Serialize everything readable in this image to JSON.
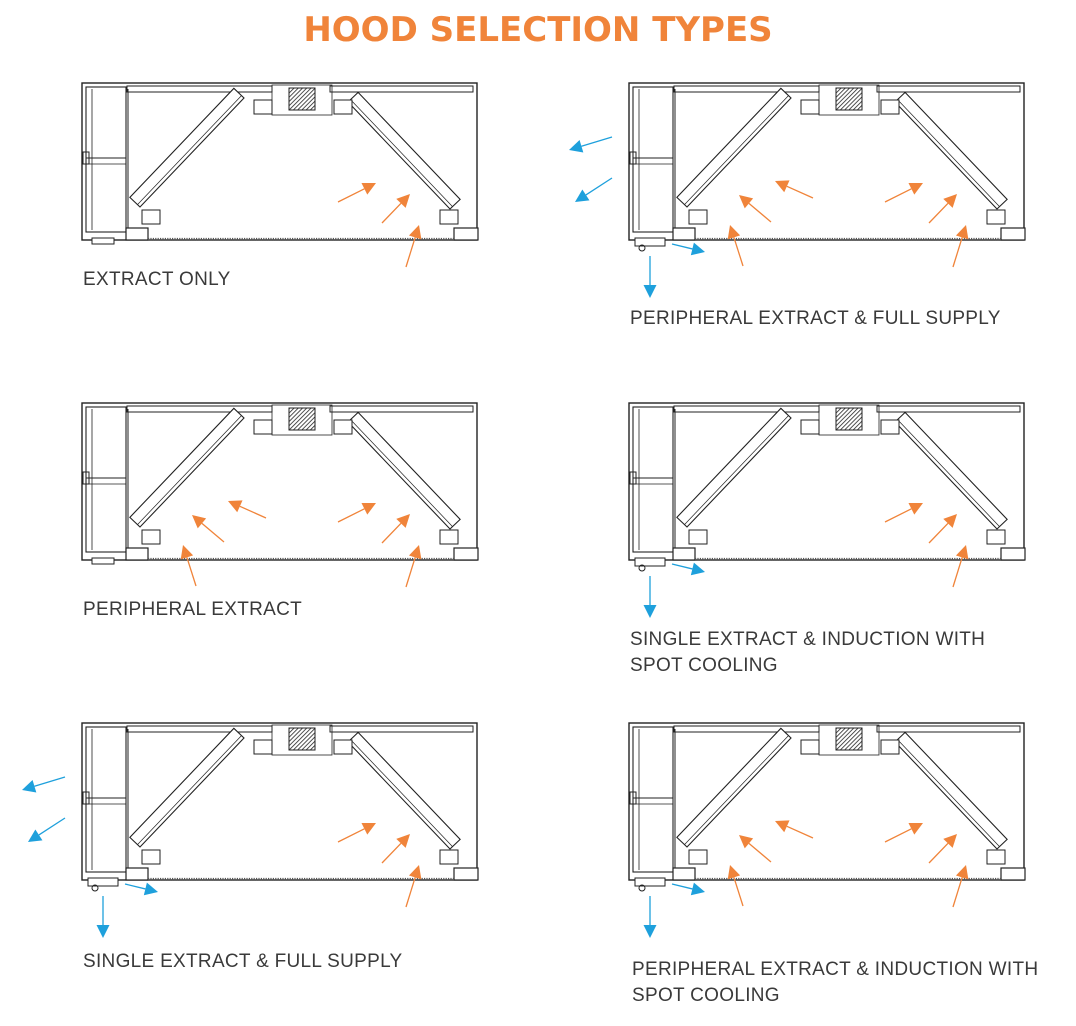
{
  "title": "HOOD SELECTION TYPES",
  "colors": {
    "title": "#f0843a",
    "extract_arrow": "#f0843a",
    "supply_arrow": "#1ea0dc",
    "line": "#222222",
    "caption": "#3a3a3a"
  },
  "panels": [
    {
      "id": "extract-only",
      "caption_lines": [
        "EXTRACT ONLY"
      ],
      "supply_icon": false,
      "front_extract": false,
      "interior_arrows": [
        "right-duct",
        "right-floor"
      ]
    },
    {
      "id": "peripheral-extract-full-supply",
      "caption_lines": [
        "PERIPHERAL EXTRACT & FULL SUPPLY"
      ],
      "supply_icon": true,
      "front_extract": true,
      "interior_arrows": [
        "left-duct",
        "left-floor",
        "right-duct",
        "right-floor"
      ]
    },
    {
      "id": "peripheral-extract",
      "caption_lines": [
        "PERIPHERAL EXTRACT"
      ],
      "supply_icon": false,
      "front_extract": false,
      "interior_arrows": [
        "left-duct",
        "left-floor",
        "right-duct",
        "right-floor"
      ]
    },
    {
      "id": "single-extract-induction-spot-cooling",
      "caption_lines": [
        "SINGLE EXTRACT & INDUCTION WITH",
        "SPOT COOLING"
      ],
      "supply_icon": true,
      "front_extract": false,
      "interior_arrows": [
        "right-duct",
        "right-floor"
      ]
    },
    {
      "id": "single-extract-full-supply",
      "caption_lines": [
        "SINGLE EXTRACT & FULL SUPPLY"
      ],
      "supply_icon": true,
      "front_extract": true,
      "interior_arrows": [
        "right-duct",
        "right-floor"
      ]
    },
    {
      "id": "peripheral-extract-induction-spot-cooling",
      "caption_lines": [
        "PERIPHERAL EXTRACT & INDUCTION WITH",
        "SPOT COOLING"
      ],
      "supply_icon": true,
      "front_extract": false,
      "interior_arrows": [
        "left-duct",
        "left-floor",
        "right-duct",
        "right-floor"
      ]
    }
  ]
}
